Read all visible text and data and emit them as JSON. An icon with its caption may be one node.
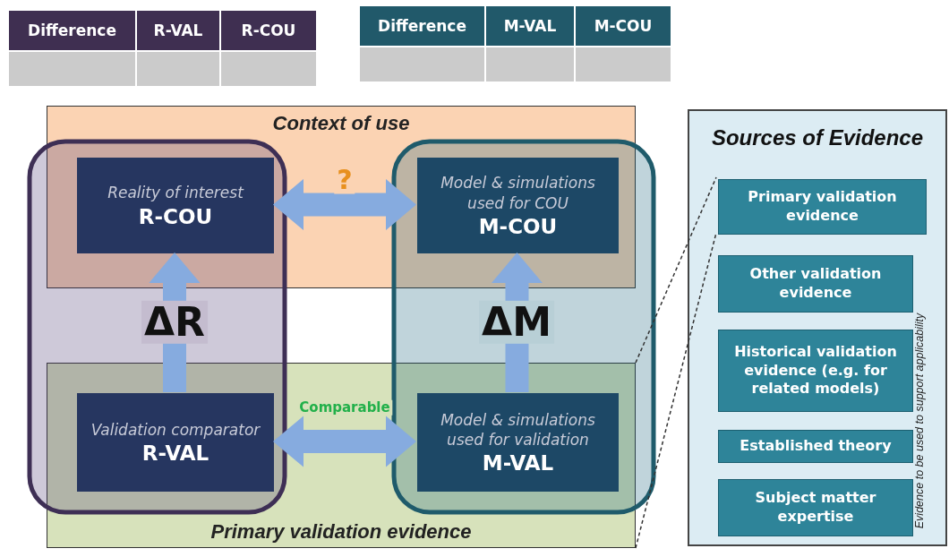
{
  "diagram": {
    "nodes": [
      {
        "text": [
          "Context of use"
        ]
      },
      {
        "text": [
          "Reality of interest",
          "R-COU"
        ],
        "in": 0
      },
      {
        "text": [
          "Model & simulations used for COU",
          "M-COU"
        ],
        "in": 0
      },
      {
        "text": [
          "Primary validation evidence"
        ]
      },
      {
        "text": [
          "Validation comparator",
          "R-VAL"
        ],
        "in": 3
      },
      {
        "text": [
          "Model & simulations used for validation",
          "M-VAL"
        ],
        "in": 3
      },
      {
        "text": [
          "Sources of Evidence"
        ]
      },
      {
        "text": [
          "Primary validation evidence"
        ],
        "in": 6
      },
      {
        "text": [
          "Other validation evidence"
        ],
        "in": 6
      },
      {
        "text": [
          "Historical validation evidence (e.g. for related models)"
        ],
        "in": 6
      },
      {
        "text": [
          "Established theory"
        ],
        "in": 6
      },
      {
        "text": [
          "Subject matter expertise"
        ],
        "in": 6
      }
    ],
    "edges": [
      {
        "from": 1,
        "to": 2,
        "arrow": "both",
        "label": "?"
      },
      {
        "from": 4,
        "to": 1,
        "arrow": "to",
        "label": "ΔR"
      },
      {
        "from": 5,
        "to": 2,
        "arrow": "to",
        "label": "ΔM"
      },
      {
        "from": 4,
        "to": 5,
        "arrow": "both",
        "label": "Comparable"
      },
      {
        "from": 3,
        "to": 7,
        "arrow": "none",
        "style": "dashed",
        "color": "#333333"
      },
      {
        "from": 3,
        "to": 7,
        "arrow": "none",
        "style": "dashed",
        "color": "#333333"
      }
    ],
    "labels": [
      "Difference",
      "R-VAL",
      "R-COU",
      "Difference",
      "M-VAL",
      "M-COU",
      "Evidence to be used to support applicability"
    ]
  }
}
